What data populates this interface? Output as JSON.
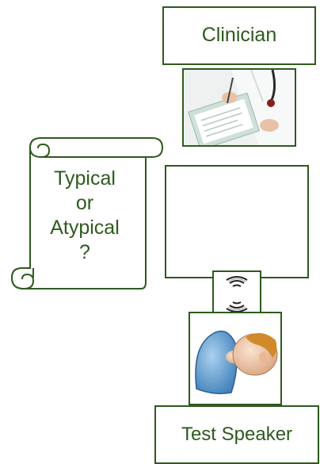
{
  "clinician": {
    "label": "Clinician"
  },
  "scroll": {
    "lines": [
      "Typical",
      "or",
      "Atypical",
      "?"
    ]
  },
  "test_speaker": {
    "label": "Test Speaker"
  },
  "colors": {
    "accent": "#2e5a1e",
    "wave_left": "#3b3a9a",
    "wave_right": "#8a3fa0"
  }
}
